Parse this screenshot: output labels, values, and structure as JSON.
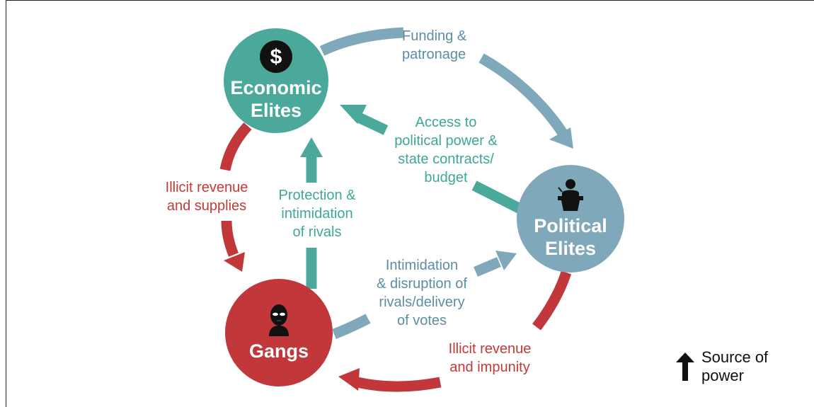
{
  "nodes": {
    "economic": {
      "title": "Economic\nElites",
      "icon": "dollar-icon",
      "color": "#4aa99b"
    },
    "political": {
      "title": "Political\nElites",
      "icon": "podium-speaker-icon",
      "color": "#7fa8ba"
    },
    "gangs": {
      "title": "Gangs",
      "icon": "masked-person-icon",
      "color": "#c2383a"
    }
  },
  "flows": {
    "funding": "Funding &\npatronage",
    "access": "Access to\npolitical power &\nstate contracts/\nbudget",
    "protection": "Protection &\nintimidation\nof rivals",
    "illicit_supplies": "Illicit revenue\nand supplies",
    "intimidation": "Intimidation\n& disruption of\nrivals/delivery\nof votes",
    "illicit_impunity": "Illicit revenue\nand impunity"
  },
  "legend": {
    "text": "Source of\npower",
    "icon": "up-arrow-icon"
  },
  "colors": {
    "blue": "#7fa8ba",
    "teal": "#4aa99b",
    "red": "#c2383a",
    "black": "#111111"
  }
}
